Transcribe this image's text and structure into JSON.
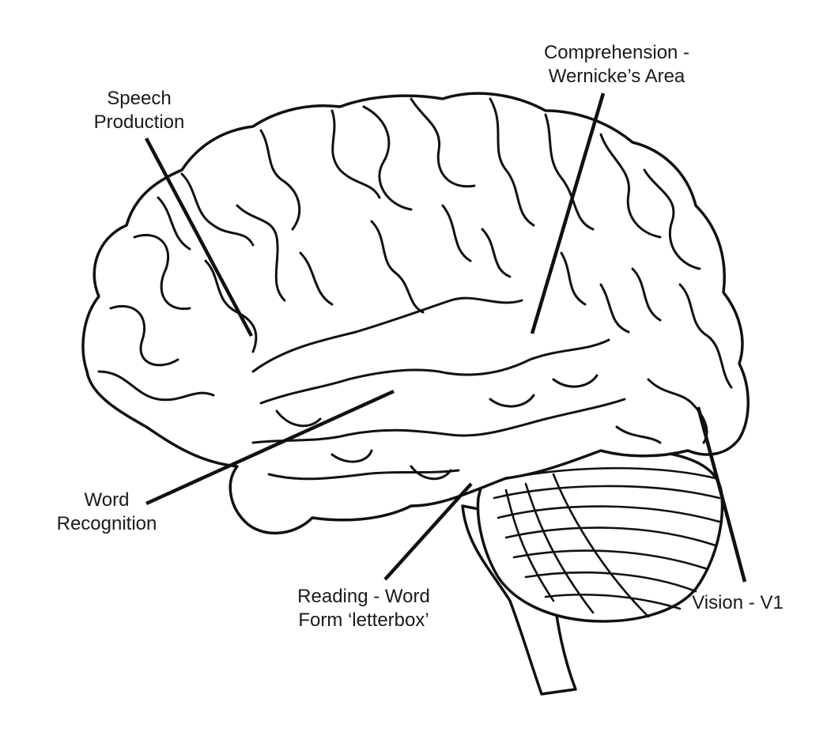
{
  "labels": {
    "speech_production": [
      "Speech",
      "Production"
    ],
    "wernicke": [
      "Comprehension -",
      "Wernicke’s Area"
    ],
    "word_recognition": [
      "Word",
      "Recognition"
    ],
    "reading": [
      "Reading - Word",
      "Form ‘letterbox’"
    ],
    "vision": [
      "Vision - V1"
    ]
  },
  "colors": {
    "line": "#111111",
    "text": "#1a1a1a",
    "fill": "#ffffff"
  }
}
